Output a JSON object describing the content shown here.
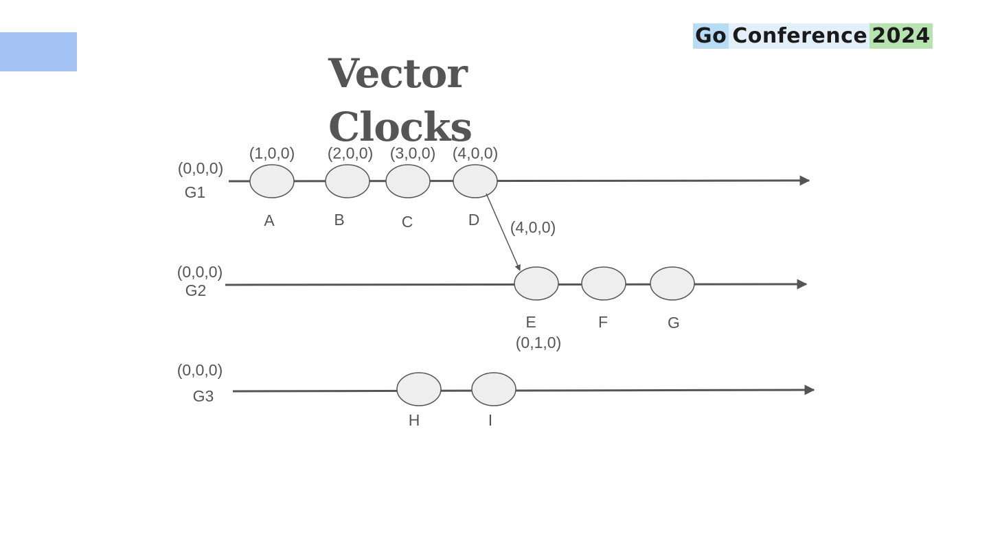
{
  "logo": {
    "part_go": "Go",
    "part_conference": "Conference",
    "part_year": "2024",
    "colors": {
      "go_bg": "#b9dcf6",
      "conference_bg": "#e3f0f9",
      "year_bg": "#b6e3b0"
    }
  },
  "title": {
    "line1": "Vector",
    "line2": "Clocks"
  },
  "colors": {
    "line": "#555555",
    "event_fill": "#eeeeee",
    "event_stroke": "#555555",
    "corner_block": "#a4c2f4"
  },
  "timelines": [
    {
      "id": "G1",
      "label": "G1",
      "initial_clock": "(0,0,0)",
      "events": [
        {
          "name": "A",
          "clock": "(1,0,0)"
        },
        {
          "name": "B",
          "clock": "(2,0,0)"
        },
        {
          "name": "C",
          "clock": "(3,0,0)"
        },
        {
          "name": "D",
          "clock": "(4,0,0)"
        }
      ]
    },
    {
      "id": "G2",
      "label": "G2",
      "initial_clock": "(0,0,0)",
      "events": [
        {
          "name": "E",
          "clock": "(0,1,0)"
        },
        {
          "name": "F",
          "clock": ""
        },
        {
          "name": "G",
          "clock": ""
        }
      ]
    },
    {
      "id": "G3",
      "label": "G3",
      "initial_clock": "(0,0,0)",
      "events": [
        {
          "name": "H",
          "clock": ""
        },
        {
          "name": "I",
          "clock": ""
        }
      ]
    }
  ],
  "messages": [
    {
      "from": "D",
      "to": "E",
      "label": "(4,0,0)"
    }
  ]
}
